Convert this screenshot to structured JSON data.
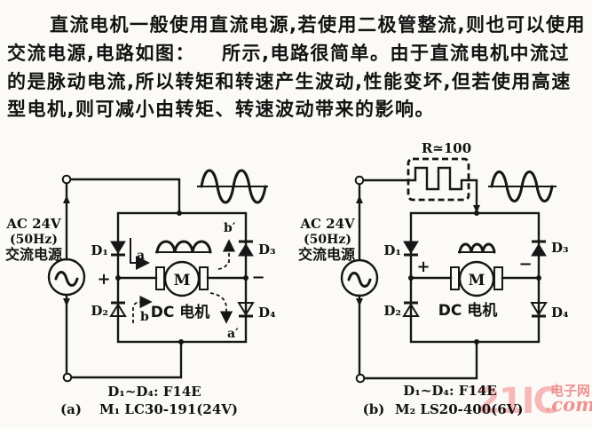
{
  "paragraph": {
    "line1": "直流电机一般使用直流电源,若使用二极管整流,则也可以使用",
    "line2a": "交流电源,电路如图：",
    "line2b": "所示,电路很简单。由于直流电机中流过",
    "line3": "的是脉动电流,所以转矩和转速产生波动,性能变坏,但若使用高速",
    "line4": "型电机,则可减小由转矩、转速波动带来的影响。"
  },
  "circuit_a": {
    "source": {
      "line1": "AC 24V",
      "line2": "(50Hz)",
      "line3": "交流电源"
    },
    "diodes": {
      "d1": "D₁",
      "d2": "D₂",
      "d3": "D₃",
      "d4": "D₄"
    },
    "polarity": {
      "plus": "+",
      "minus": "−"
    },
    "motor": {
      "letter": "M",
      "label": "DC 电机"
    },
    "points": {
      "a": "a",
      "b": "b",
      "a_prime": "a′",
      "b_prime": "b′"
    },
    "caption": {
      "diode_models": "D₁~D₄:  F14E",
      "tag": "(a)",
      "motor_model": "M₁  LC30-191(24V)"
    }
  },
  "circuit_b": {
    "source": {
      "line1": "AC 24V",
      "line2": "(50Hz)",
      "line3": "交流电源"
    },
    "resistor_label": "R≃100",
    "diodes": {
      "d1": "D₁",
      "d2": "D₂",
      "d3": "D₃",
      "d4": "D₄"
    },
    "polarity": {
      "plus": "+",
      "minus": "−"
    },
    "motor": {
      "letter": "M",
      "label": "DC 电机"
    },
    "caption": {
      "diode_models": "D₁~D₄:  F14E",
      "tag": "(b)",
      "motor_model": "M₂  LS20-400(6V)"
    }
  },
  "watermark": {
    "brand": "21IC",
    "site": "电子网",
    "domain": ".com",
    "color_light": "#f6b9b9",
    "color_dark": "#ee9292"
  }
}
